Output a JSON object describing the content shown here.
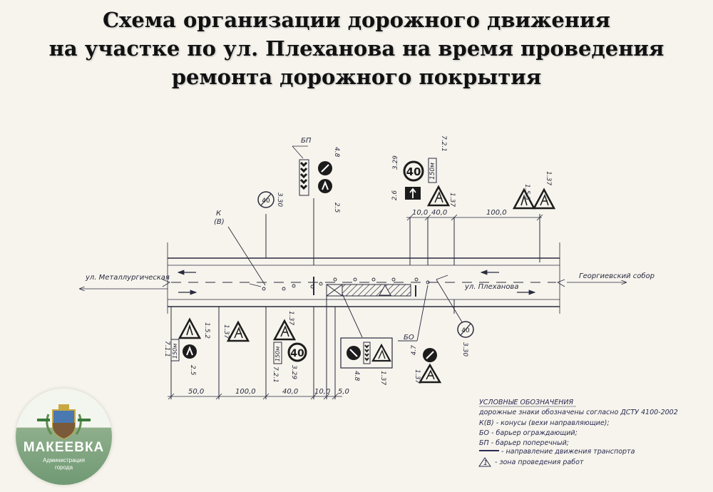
{
  "title": {
    "line1": "Схема организации дорожного движения",
    "line2": "на участке по ул. Плеханова на время проведения",
    "line3": "ремонта дорожного покрытия"
  },
  "streets": {
    "left": "ул. Металлургическая",
    "middle": "ул. Плеханова",
    "right": "Георгиевский собор"
  },
  "labels": {
    "bp": "БП",
    "bo": "БО",
    "k": "К",
    "v": "(В)"
  },
  "sign_codes": {
    "s_330_top": "3.30",
    "s_48_top": "4.8",
    "s_25_top": "2.5",
    "s_329_top": "3.29",
    "s_721_top": "7.2.1",
    "s_26_top": "2.6",
    "s_137_top_a": "1.37",
    "s_153_top": "1.5.3",
    "s_137_top_b": "1.37",
    "s_711_bot": "7.1.1",
    "s_152_bot": "1.5.2",
    "s_25_bot": "2.5",
    "s_137_bot_a": "1.37",
    "s_137_bot_b": "1.37",
    "s_721_bot": "7.2.1",
    "s_329_bot": "3.29",
    "s_48_bot": "4.8",
    "s_137_bot_c": "1.37",
    "s_137_bot_d": "1.37",
    "s_47_bot": "4.7",
    "s_330_bot": "3.30"
  },
  "sign_faces": {
    "speed_limit": "40",
    "speed_end": "40",
    "plate_150m": "150м"
  },
  "dimensions_top": [
    "10,0",
    "40,0",
    "100,0"
  ],
  "dimensions_bottom": [
    "50,0",
    "100,0",
    "40,0",
    "10,0",
    "5,0"
  ],
  "legend": {
    "heading": "УСЛОВНЫЕ   ОБОЗНАЧЕНИЯ",
    "line1": "дорожные знаки обозначены согласно ДСТУ 4100-2002",
    "line2": "К(В) - конусы (вехи направляющие);",
    "line3": "БО - барьер ограждающий;",
    "line4": "БП - барьер поперечный;",
    "line5": "- направление движения транспорта",
    "line6": "- зона проведения работ",
    "work_zone_mark": "1"
  },
  "logo": {
    "name": "МАКЕЕВКА",
    "sub1": "Администрация",
    "sub2": "города"
  },
  "colors": {
    "ink": "#2a2a40",
    "sign_red": "#c23a2e",
    "sign_black": "#1c1c1c",
    "logo_green": "#7aa37b"
  }
}
